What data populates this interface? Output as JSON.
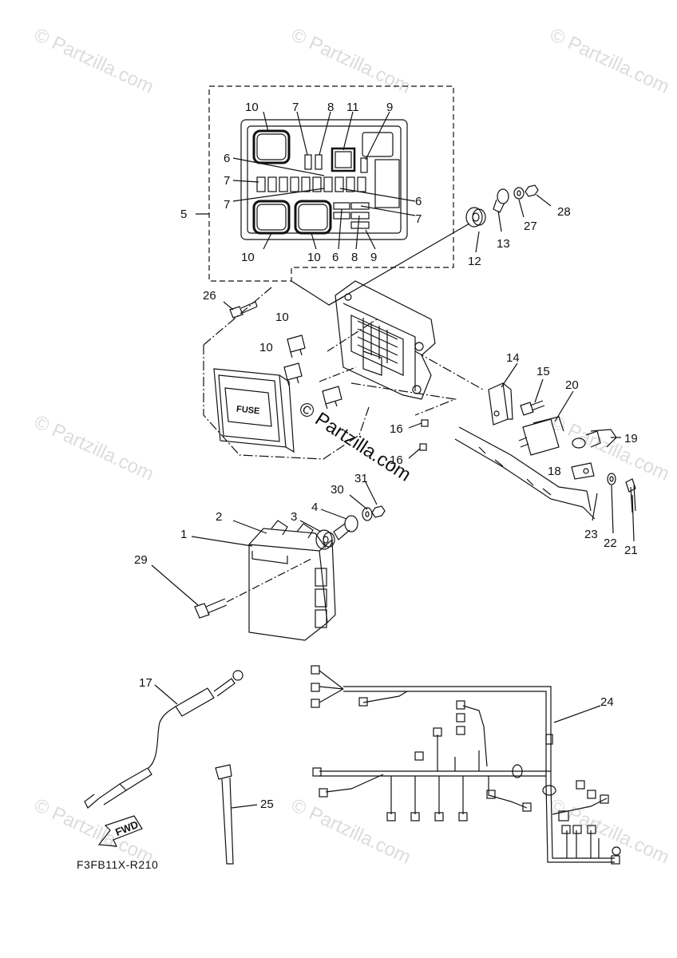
{
  "watermark": "© Partzilla.com",
  "center_watermark": "© Partzilla.com",
  "diagram_code": "F3FB11X-R210",
  "fuse_label": "FUSE",
  "fwd_label": "FWD",
  "labels": {
    "l1": "1",
    "l2": "2",
    "l3": "3",
    "l4": "4",
    "l5": "5",
    "l6": "6",
    "l7": "7",
    "l8": "8",
    "l9": "9",
    "l10": "10",
    "l11": "11",
    "l12": "12",
    "l13": "13",
    "l14": "14",
    "l15": "15",
    "l16": "16",
    "l17": "17",
    "l18": "18",
    "l19": "19",
    "l20": "20",
    "l21": "21",
    "l22": "22",
    "l23": "23",
    "l24": "24",
    "l25": "25",
    "l26": "26",
    "l27": "27",
    "l28": "28",
    "l29": "29",
    "l30": "30",
    "l31": "31"
  }
}
